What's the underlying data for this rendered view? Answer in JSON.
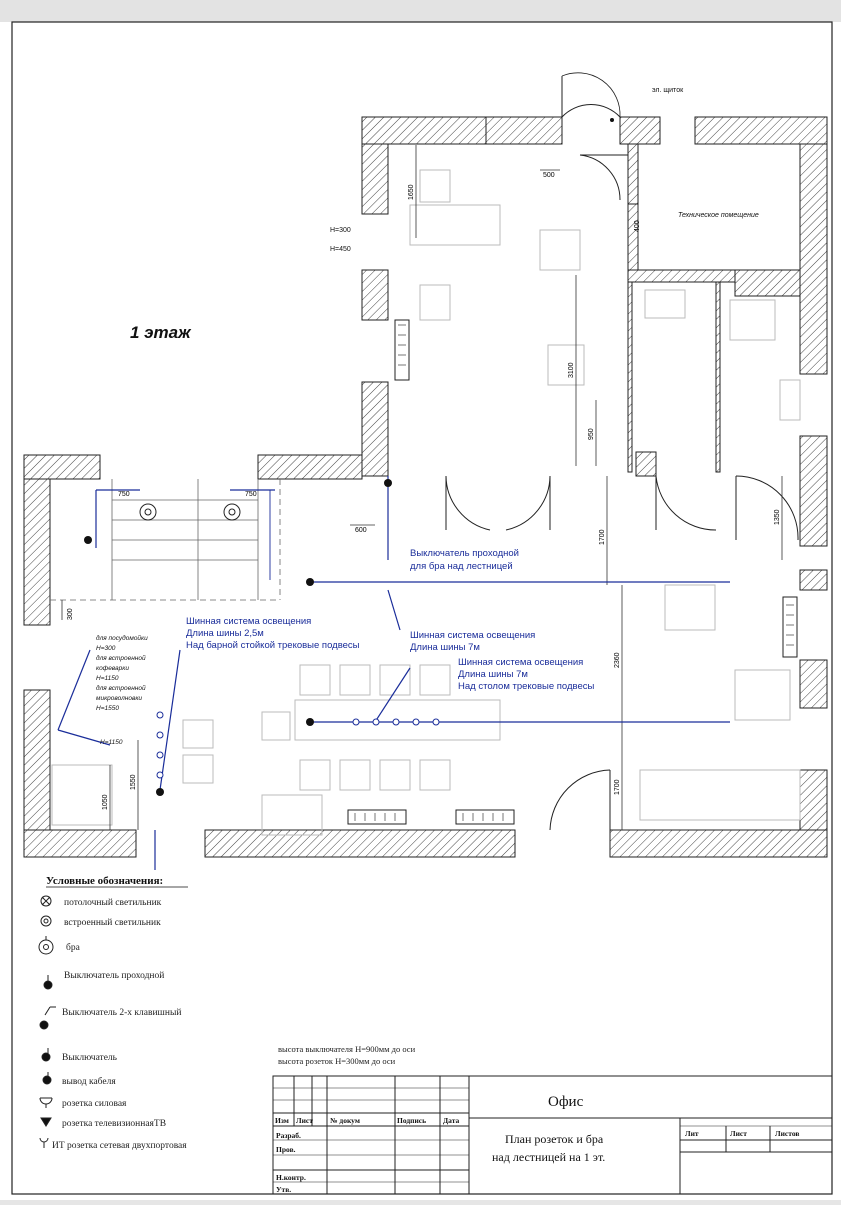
{
  "floor_label": "1 этаж",
  "top_labels": {
    "panel": "эл. щиток",
    "tech_room": "Техническое помещение",
    "h300": "H=300",
    "h450": "H=450"
  },
  "dimensions": {
    "d1650": "1650",
    "d500": "500",
    "d3100": "3100",
    "d950": "950",
    "d1700a": "1700",
    "d2360": "2360",
    "d1700b": "1700",
    "d1350": "1350",
    "d600": "600",
    "d750a": "750",
    "d750b": "750",
    "d1550": "1550",
    "d1050": "1050",
    "d400": "400",
    "d300": "300"
  },
  "kitchen_notes": [
    "для посудомойки",
    "H=300",
    "для встроенной",
    "кофеварки",
    "H=1150",
    "для встроенной",
    "микроволновки",
    "H=1550",
    "H=1150"
  ],
  "annotations": {
    "switch_line1": "Выключатель проходной",
    "switch_line2": "для бра над лестницей",
    "bar_line1": "Шинная система освещения",
    "bar_line2": "Длина шины 2,5м",
    "bar_line3": "Над барной стойкой трековые подвесы",
    "mid_line1": "Шинная система освещения",
    "mid_line2": "Длина шины 7м",
    "table_line1": "Шинная система освещения",
    "table_line2": "Длина шины 7м",
    "table_line3": "Над столом трековые подвесы"
  },
  "legend": {
    "title": "Условные обозначения:",
    "items": [
      {
        "icon": "ceiling-light-icon",
        "label": "потолочный светильник"
      },
      {
        "icon": "recessed-light-icon",
        "label": "встроенный светильник"
      },
      {
        "icon": "sconce-icon",
        "label": "бра"
      },
      {
        "icon": "pass-switch-icon",
        "label": "Выключатель проходной"
      },
      {
        "icon": "double-switch-icon",
        "label": "Выключатель 2-х клавишный"
      },
      {
        "icon": "switch-icon",
        "label": "Выключатель"
      },
      {
        "icon": "cable-outlet-icon",
        "label": "вывод кабеля"
      },
      {
        "icon": "power-socket-icon",
        "label": "розетка силовая"
      },
      {
        "icon": "tv-socket-icon",
        "label": "розетка телевизионнаяТВ"
      },
      {
        "icon": "network-socket-icon",
        "label": "ИТ  розетка сетевая двухпортовая"
      }
    ]
  },
  "heights_note": {
    "line1": "высота выключателя H=900мм до оси",
    "line2": "высота розеток H=300мм до оси"
  },
  "title_block": {
    "project": "Офис",
    "sheet_title_line1": "План розеток и бра",
    "sheet_title_line2": "над лестницей на 1 эт.",
    "cols": [
      "Изм",
      "Лист",
      "№ докум",
      "Подпись",
      "Дата"
    ],
    "rows": [
      "Разраб.",
      "Пров.",
      "Н.контр.",
      "Утв."
    ],
    "right_cols": [
      "Лит",
      "Лист",
      "Листов"
    ]
  }
}
